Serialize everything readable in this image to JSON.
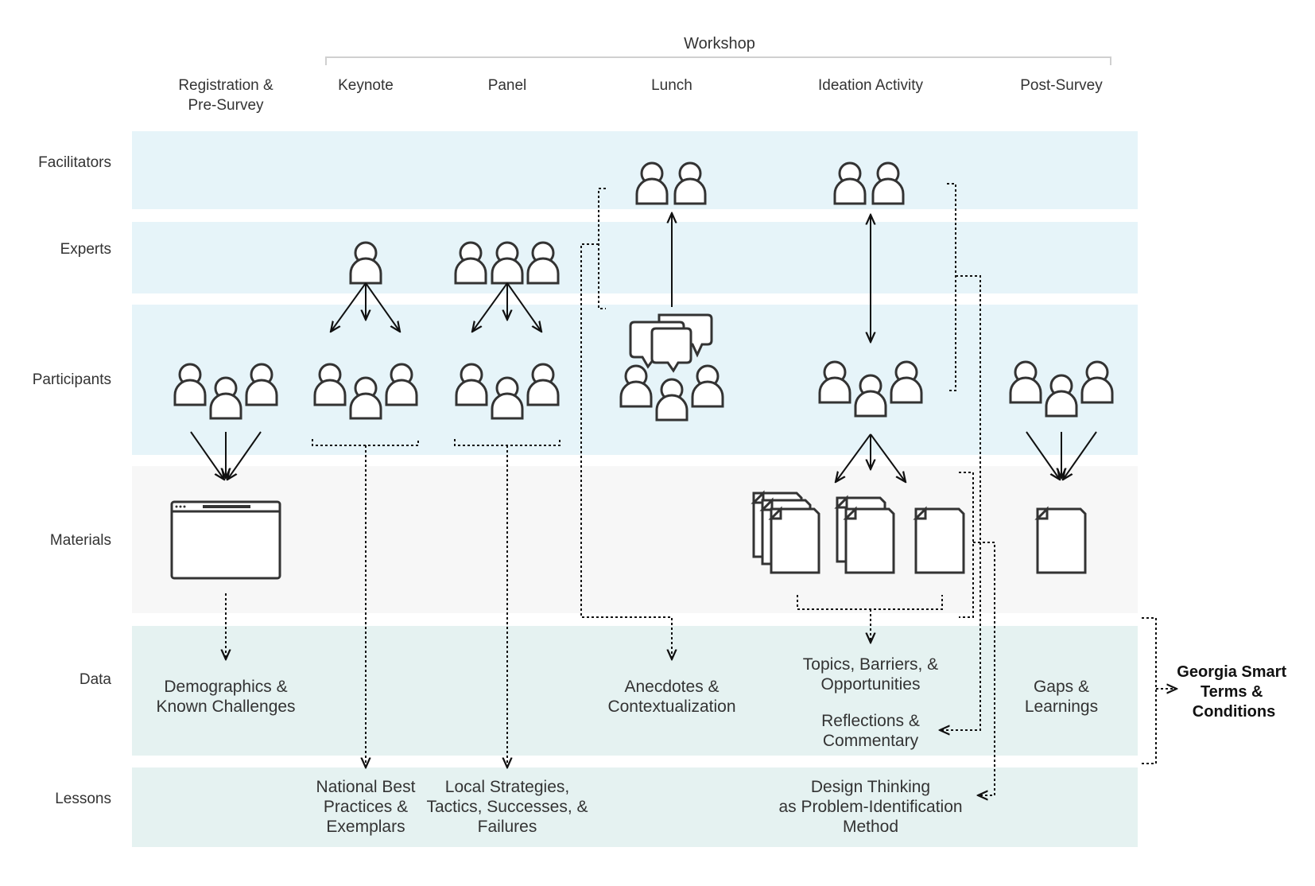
{
  "header": {
    "workshop_label": "Workshop"
  },
  "phases": [
    {
      "id": "registration",
      "lines": [
        "Registration &",
        "Pre-Survey"
      ]
    },
    {
      "id": "keynote",
      "lines": [
        "Keynote"
      ]
    },
    {
      "id": "panel",
      "lines": [
        "Panel"
      ]
    },
    {
      "id": "lunch",
      "lines": [
        "Lunch"
      ]
    },
    {
      "id": "ideation",
      "lines": [
        "Ideation Activity"
      ]
    },
    {
      "id": "post-survey",
      "lines": [
        "Post-Survey"
      ]
    }
  ],
  "rows": [
    {
      "id": "facilitators",
      "label": "Facilitators",
      "color": "#e6f4f9"
    },
    {
      "id": "experts",
      "label": "Experts",
      "color": "#e6f4f9"
    },
    {
      "id": "participants",
      "label": "Participants",
      "color": "#e6f4f9"
    },
    {
      "id": "materials",
      "label": "Materials",
      "color": "#f7f7f7"
    },
    {
      "id": "data",
      "label": "Data",
      "color": "#e5f2f1"
    },
    {
      "id": "lessons",
      "label": "Lessons",
      "color": "#e5f2f1"
    }
  ],
  "data_outputs": [
    {
      "id": "demographics",
      "lines": [
        "Demographics &",
        "Known Challenges"
      ]
    },
    {
      "id": "anecdotes",
      "lines": [
        "Anecdotes &",
        "Contextualization"
      ]
    },
    {
      "id": "topics",
      "lines": [
        "Topics, Barriers, &",
        "Opportunities"
      ]
    },
    {
      "id": "reflections",
      "lines": [
        "Reflections &",
        "Commentary"
      ]
    },
    {
      "id": "gaps",
      "lines": [
        "Gaps &",
        "Learnings"
      ]
    }
  ],
  "lessons_outputs": [
    {
      "id": "national",
      "lines": [
        "National Best",
        "Practices &",
        "Exemplars"
      ]
    },
    {
      "id": "local",
      "lines": [
        "Local Strategies,",
        "Tactics, Successes, &",
        "Failures"
      ]
    },
    {
      "id": "design-thinking",
      "lines": [
        "Design Thinking",
        "as Problem-Identification",
        "Method"
      ]
    }
  ],
  "conclusion": {
    "lines": [
      "Georgia Smart",
      "Terms &",
      "Conditions"
    ]
  },
  "colors": {
    "ink": "#111111",
    "icon_stroke": "#333333",
    "label_gray": "#333333"
  },
  "icons": {
    "person": "person-icon",
    "browser": "browser-window-icon",
    "document": "document-icon",
    "chat": "chat-bubbles-icon"
  }
}
